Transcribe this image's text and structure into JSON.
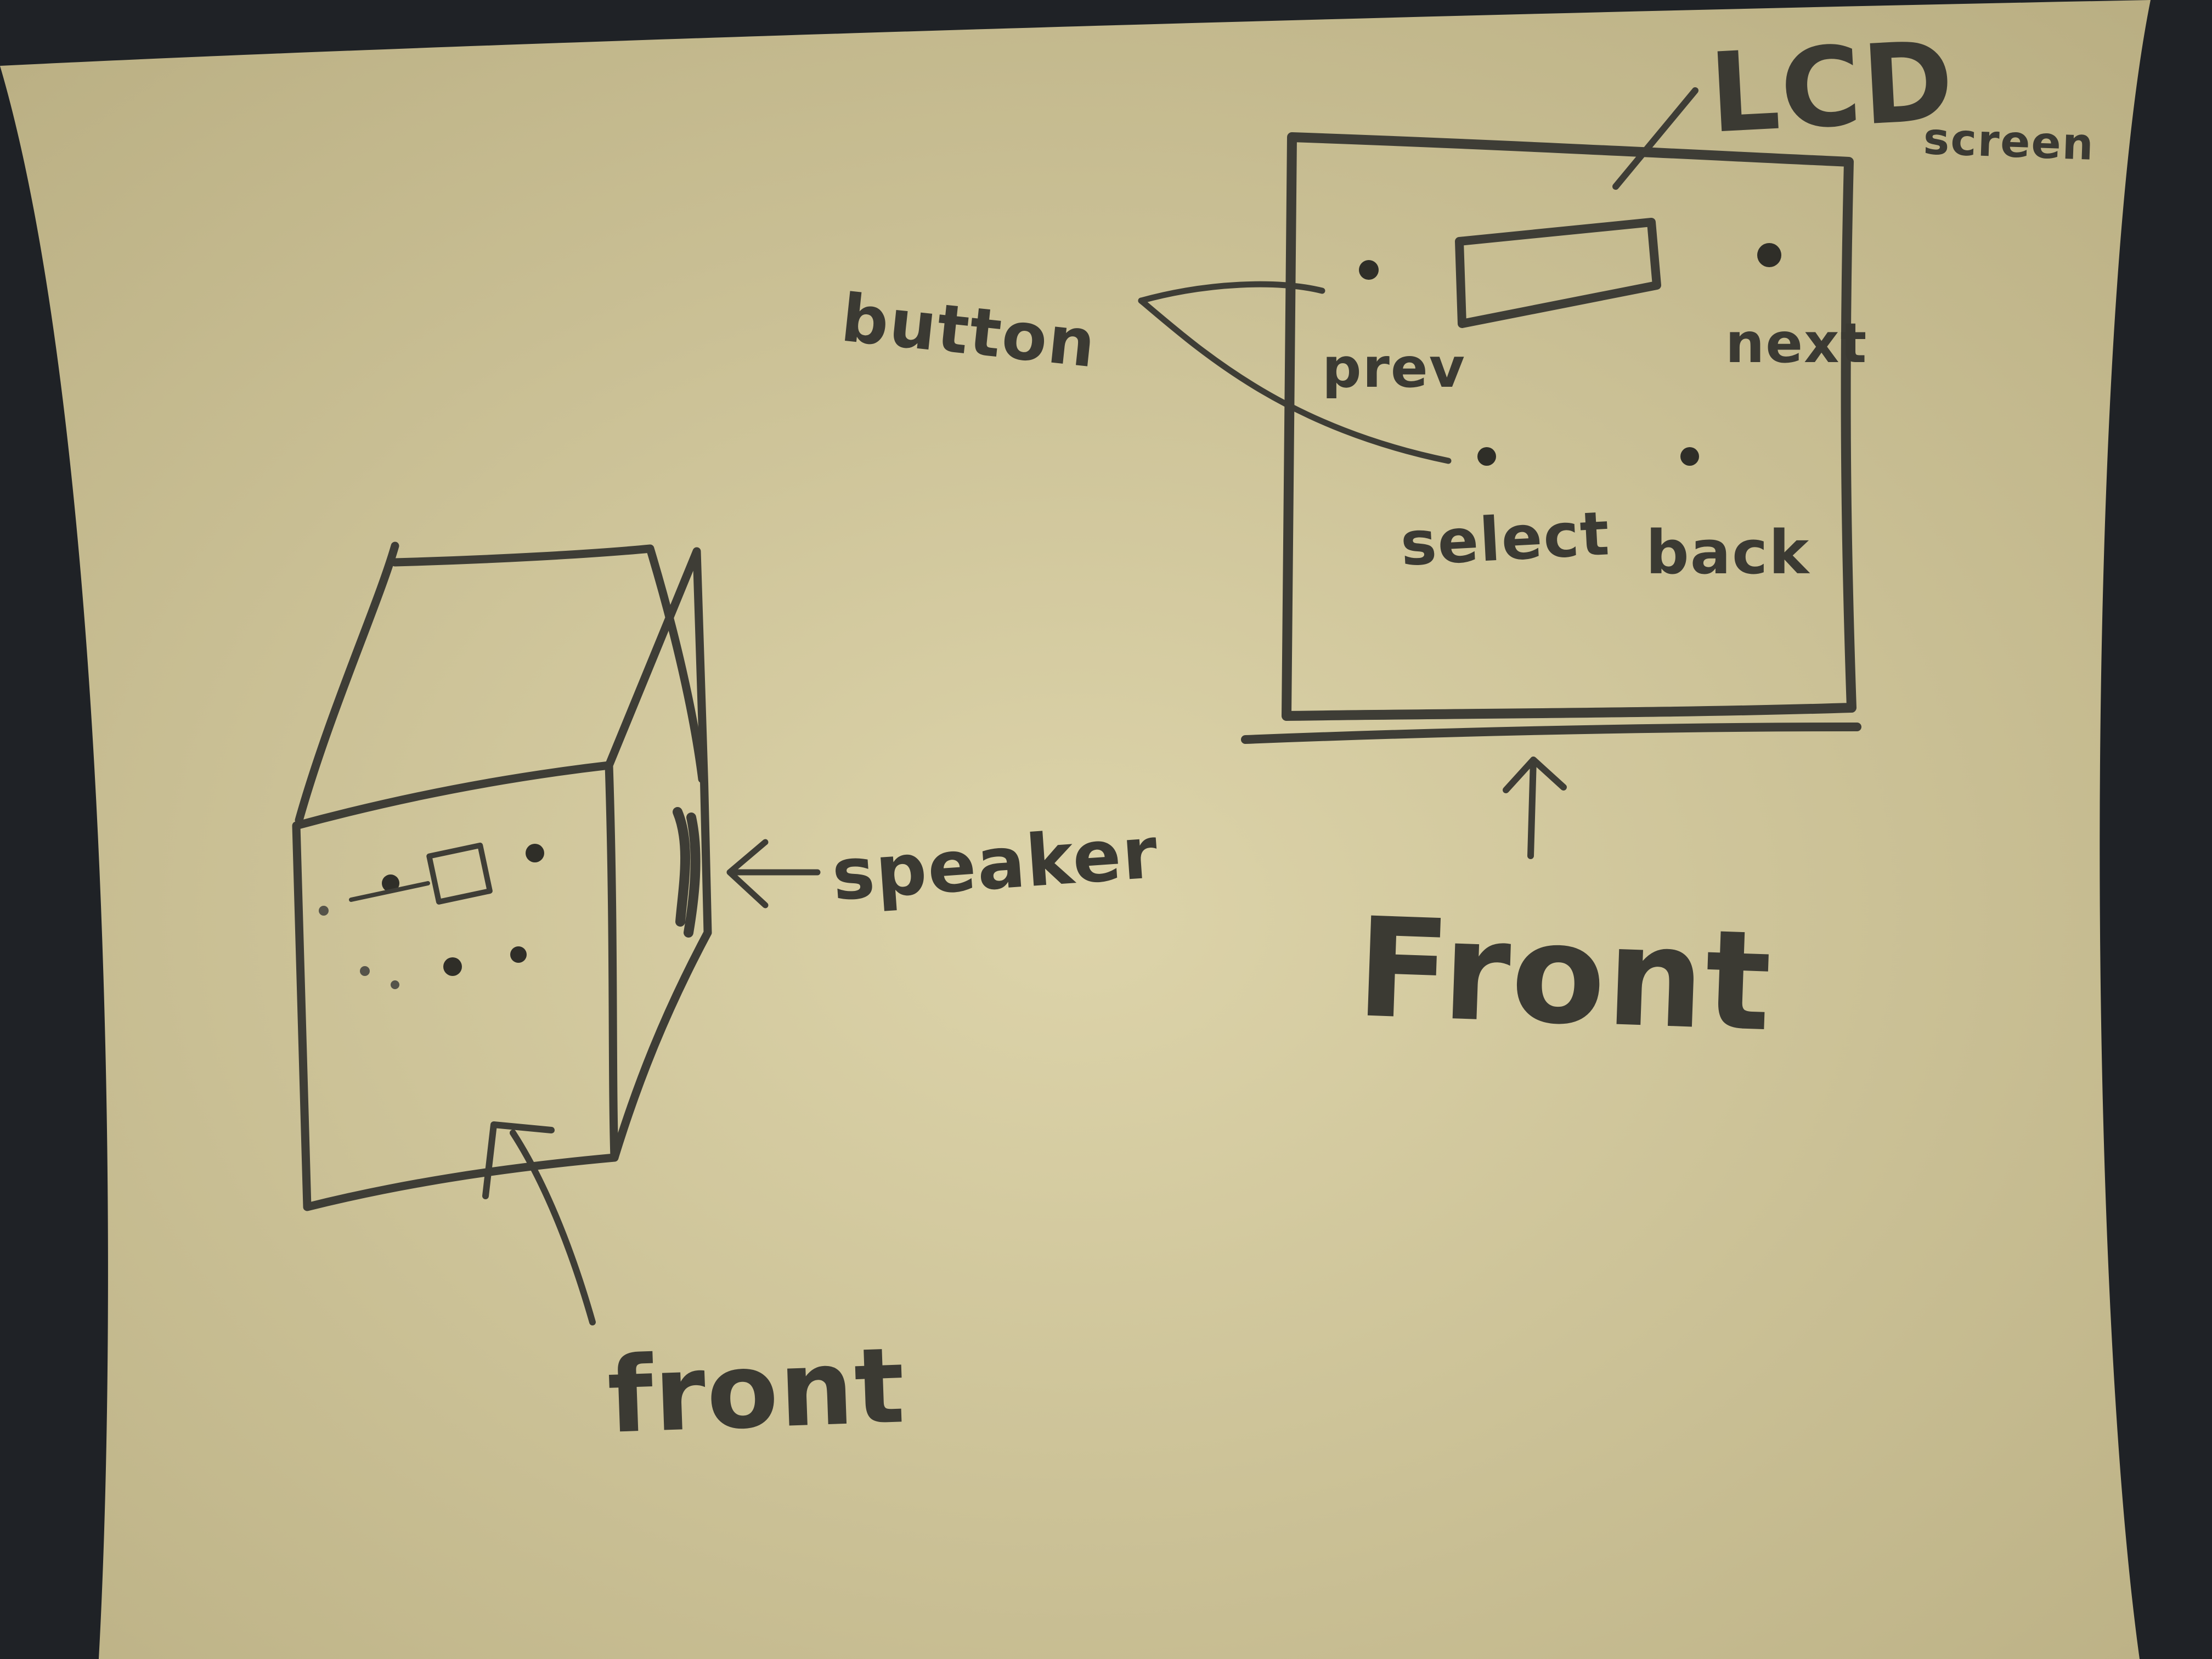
{
  "colors": {
    "paper": "#d9cfa4",
    "paper_shade": "#c6bb8f",
    "background": "#1f2226",
    "pencil": "#3e3d36"
  },
  "front_view": {
    "labels": {
      "lcd": "LCD",
      "screen": "screen",
      "button": "button",
      "prev": "prev",
      "next": "next",
      "select": "select",
      "back": "back",
      "front": "Front"
    }
  },
  "box_view": {
    "labels": {
      "speaker": "speaker",
      "front": "front"
    }
  }
}
